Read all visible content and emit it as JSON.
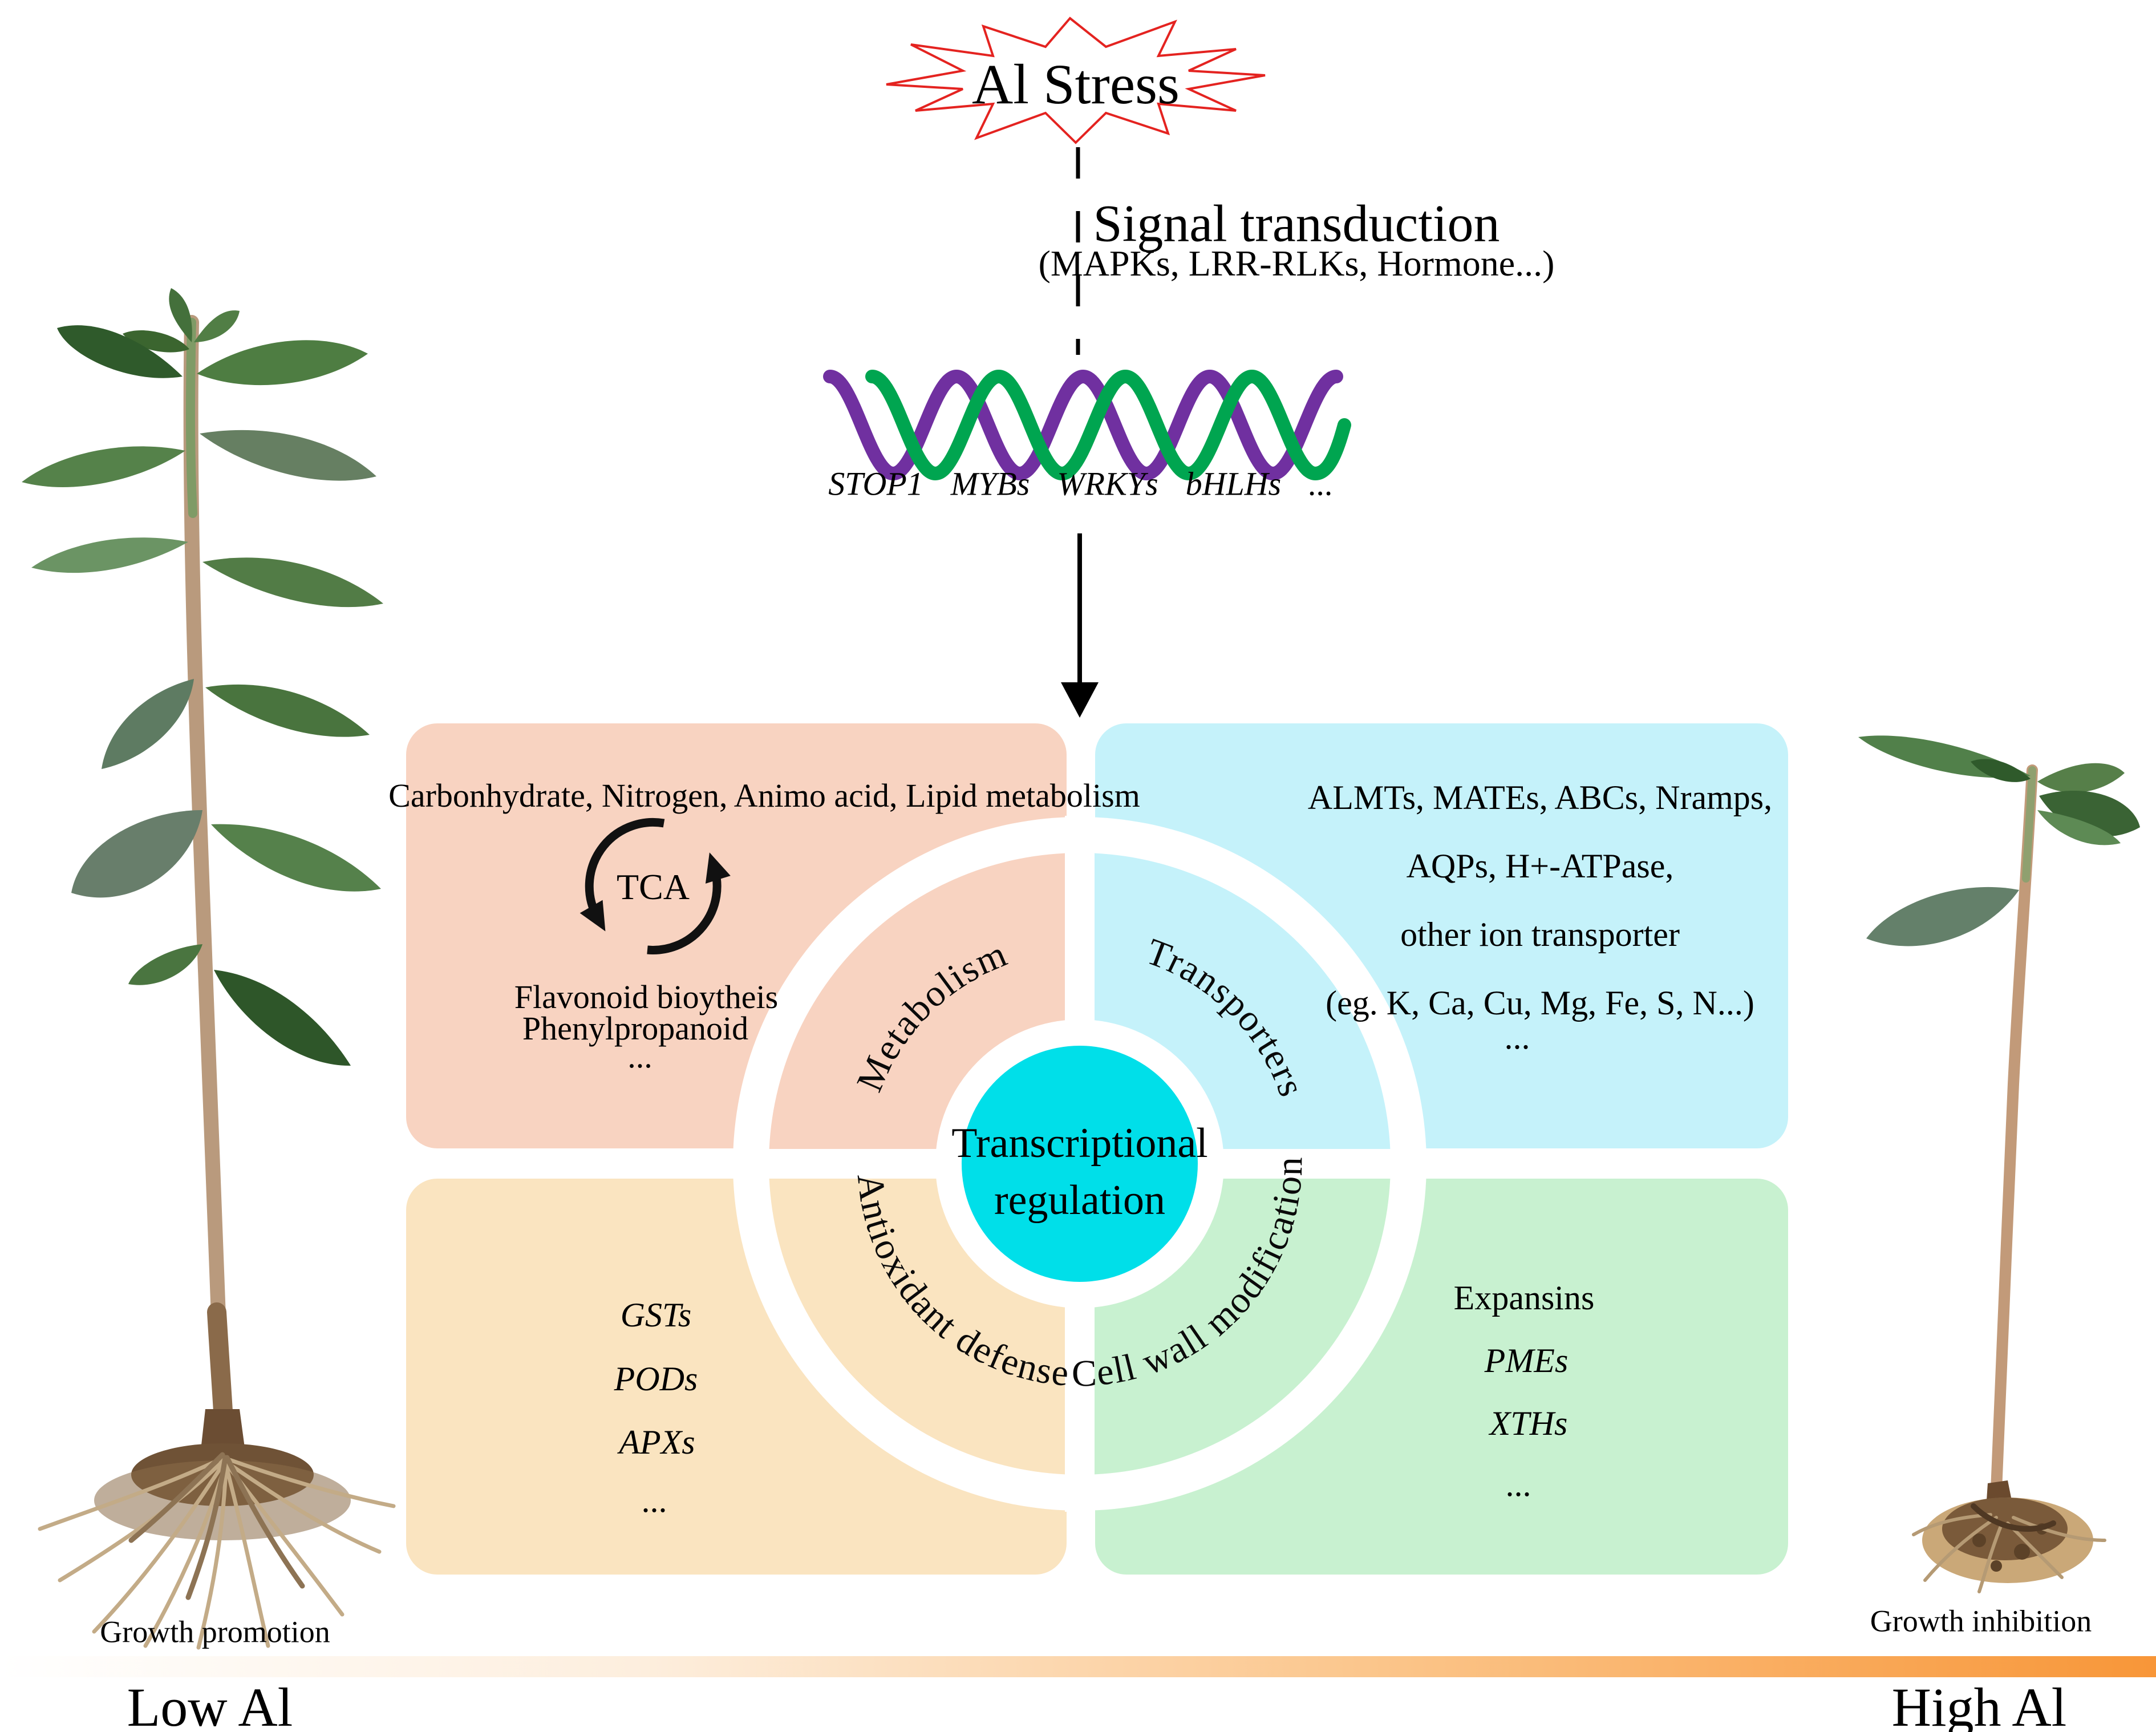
{
  "stress": {
    "label": "Al Stress",
    "burst_color": "#e42320"
  },
  "signal": {
    "title": "Signal transduction",
    "subtitle": "(MAPKs, LRR-RLKs, Hormone...)"
  },
  "tfs": {
    "items": [
      "STOP1",
      "MYBs",
      "WRKYs",
      "bHLHs",
      "..."
    ]
  },
  "dna": {
    "purple": "#7030a0",
    "green": "#00a550"
  },
  "center": {
    "line1": "Transcriptional",
    "line2": "regulation",
    "color": "#00dfe9"
  },
  "quadrants": {
    "metabolism": {
      "ring_label": "Metabolism",
      "color": "#f8d3c1",
      "heading": "Carbonhydrate, Nitrogen, Animo acid, Lipid metabolism",
      "cycle_label": "TCA",
      "lines": [
        "Flavonoid bioytheis",
        "Phenylpropanoid",
        "..."
      ]
    },
    "transporters": {
      "ring_label": "Transporters",
      "color": "#c5f2fa",
      "lines": [
        "ALMTs, MATEs, ABCs,  Nramps,",
        "AQPs, H+-ATPase,",
        "other ion transporter",
        "(eg. K, Ca, Cu, Mg, Fe, S, N...)",
        "..."
      ]
    },
    "antioxidant": {
      "ring_label": "Antioxidant defense",
      "color": "#fae4c0",
      "lines": [
        "GSTs",
        "PODs",
        "APXs",
        "..."
      ]
    },
    "cell_wall": {
      "ring_label": "Cell wall modification",
      "color": "#c8f1d0",
      "lines": [
        "Expansins",
        "PMEs",
        "XTHs",
        "..."
      ]
    }
  },
  "outcomes": {
    "left": {
      "caption": "Growth promotion",
      "axis_label": "Low Al"
    },
    "right": {
      "caption": "Growth inhibition",
      "axis_label": "High Al"
    }
  },
  "gradient_bar": {
    "left": "#ffffff",
    "right": "#f89638"
  }
}
